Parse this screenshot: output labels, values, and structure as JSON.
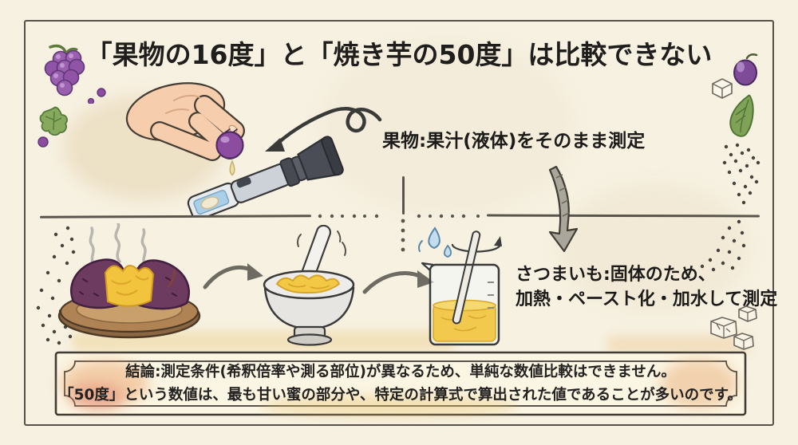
{
  "title": "「果物の16度」と「焼き芋の50度」は比較できない",
  "fruit_section": {
    "label": "果物:果汁(液体)をそのまま測定"
  },
  "potato_section": {
    "label_line1": "さつまいも:固体のため、",
    "label_line2": "加熱・ペースト化・加水して測定"
  },
  "conclusion": {
    "line1": "結論:測定条件(希釈倍率や測る部位)が異なるため、単純な数値比較はできません。",
    "line2": "「50度」という数値は、最も甘い蜜の部分や、特定の計算式で算出された値であることが多いのです。"
  },
  "decorations": {
    "top_left": [
      "grape-bunch-icon",
      "grape-leaf-icon",
      "berry-icon"
    ],
    "top_right": [
      "grape-icon",
      "sugar-cube-icon",
      "leaf-icon",
      "dots-pattern"
    ],
    "bottom_right": [
      "sugar-cubes-icon"
    ],
    "illustrations": [
      "hand-squeezing-grape-over-refractometer",
      "roasted-sweet-potato-on-plate",
      "mortar-and-pestle",
      "beaker-with-stirring-rod"
    ]
  },
  "colors": {
    "background": "#f7f1e1",
    "ink": "#1f1e1d",
    "grape_purple": "#8c4da0",
    "potato_skin": "#6d3a60",
    "potato_flesh": "#f2c33c",
    "paste_yellow": "#f2c844",
    "wash_orange": "#eba66b"
  }
}
